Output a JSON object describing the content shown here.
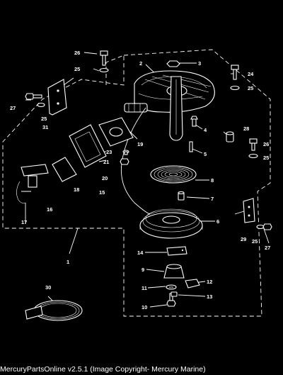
{
  "diagram": {
    "callouts": [
      {
        "id": "1",
        "text": "1"
      },
      {
        "id": "2",
        "text": "2"
      },
      {
        "id": "3",
        "text": "3"
      },
      {
        "id": "4",
        "text": "4"
      },
      {
        "id": "5",
        "text": "5"
      },
      {
        "id": "6",
        "text": "6"
      },
      {
        "id": "7",
        "text": "7"
      },
      {
        "id": "8",
        "text": "8"
      },
      {
        "id": "9",
        "text": "9"
      },
      {
        "id": "10",
        "text": "10"
      },
      {
        "id": "11",
        "text": "11"
      },
      {
        "id": "12",
        "text": "12"
      },
      {
        "id": "13",
        "text": "13"
      },
      {
        "id": "14",
        "text": "14"
      },
      {
        "id": "15",
        "text": "15"
      },
      {
        "id": "16",
        "text": "16"
      },
      {
        "id": "17",
        "text": "17"
      },
      {
        "id": "18",
        "text": "18"
      },
      {
        "id": "19",
        "text": "19"
      },
      {
        "id": "20",
        "text": "20"
      },
      {
        "id": "21",
        "text": "21"
      },
      {
        "id": "23",
        "text": "23"
      },
      {
        "id": "24",
        "text": "24"
      },
      {
        "id": "25a",
        "text": "25"
      },
      {
        "id": "25b",
        "text": "25"
      },
      {
        "id": "25c",
        "text": "25"
      },
      {
        "id": "25d",
        "text": "25"
      },
      {
        "id": "25e",
        "text": "25"
      },
      {
        "id": "26a",
        "text": "26"
      },
      {
        "id": "26b",
        "text": "26"
      },
      {
        "id": "27a",
        "text": "27"
      },
      {
        "id": "27b",
        "text": "27"
      },
      {
        "id": "28",
        "text": "28"
      },
      {
        "id": "29",
        "text": "29"
      },
      {
        "id": "30",
        "text": "30"
      },
      {
        "id": "31",
        "text": "31"
      }
    ]
  },
  "footer": {
    "text": "MercuryPartsOnline v2.5.1 (Image Copyright- Mercury Marine)"
  }
}
